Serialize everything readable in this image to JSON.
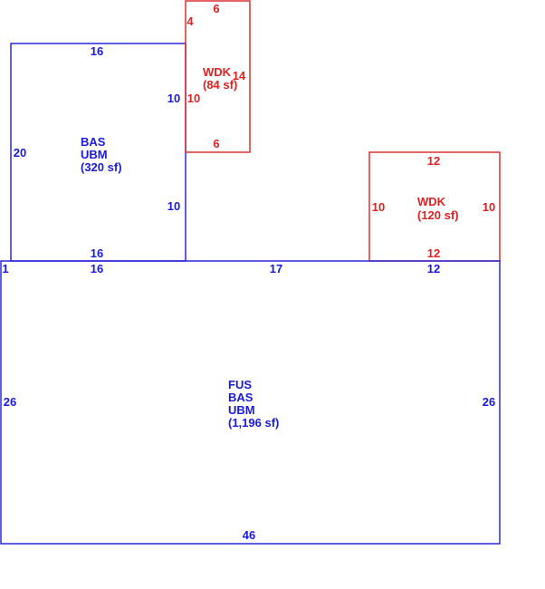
{
  "colors": {
    "house": "#1a1adb",
    "deck": "#dd2222"
  },
  "areas": {
    "bas_upper": {
      "codes": [
        "BAS",
        "UBM"
      ],
      "area": "(320 sf)"
    },
    "wdk_small": {
      "codes": [
        "WDK"
      ],
      "area": "(84 sf)"
    },
    "wdk_right": {
      "codes": [
        "WDK"
      ],
      "area": "(120 sf)"
    },
    "fus_main": {
      "codes": [
        "FUS",
        "BAS",
        "UBM"
      ],
      "area": "(1,196 sf)"
    }
  },
  "dimensions": {
    "bas_top": "16",
    "bas_left": "20",
    "bas_right_upper": "10",
    "bas_right_lower": "10",
    "bas_bottom": "16",
    "wdk_small_top": "6",
    "wdk_small_left_top": "4",
    "wdk_small_left": "10",
    "wdk_small_right": "14",
    "wdk_small_bottom": "6",
    "wdk_right_top": "12",
    "wdk_right_left": "10",
    "wdk_right_right": "10",
    "wdk_right_bottom": "12",
    "fus_top_left_small": "1",
    "fus_top_a": "16",
    "fus_top_b": "17",
    "fus_top_c": "12",
    "fus_left": "26",
    "fus_right": "26",
    "fus_bottom": "46"
  }
}
